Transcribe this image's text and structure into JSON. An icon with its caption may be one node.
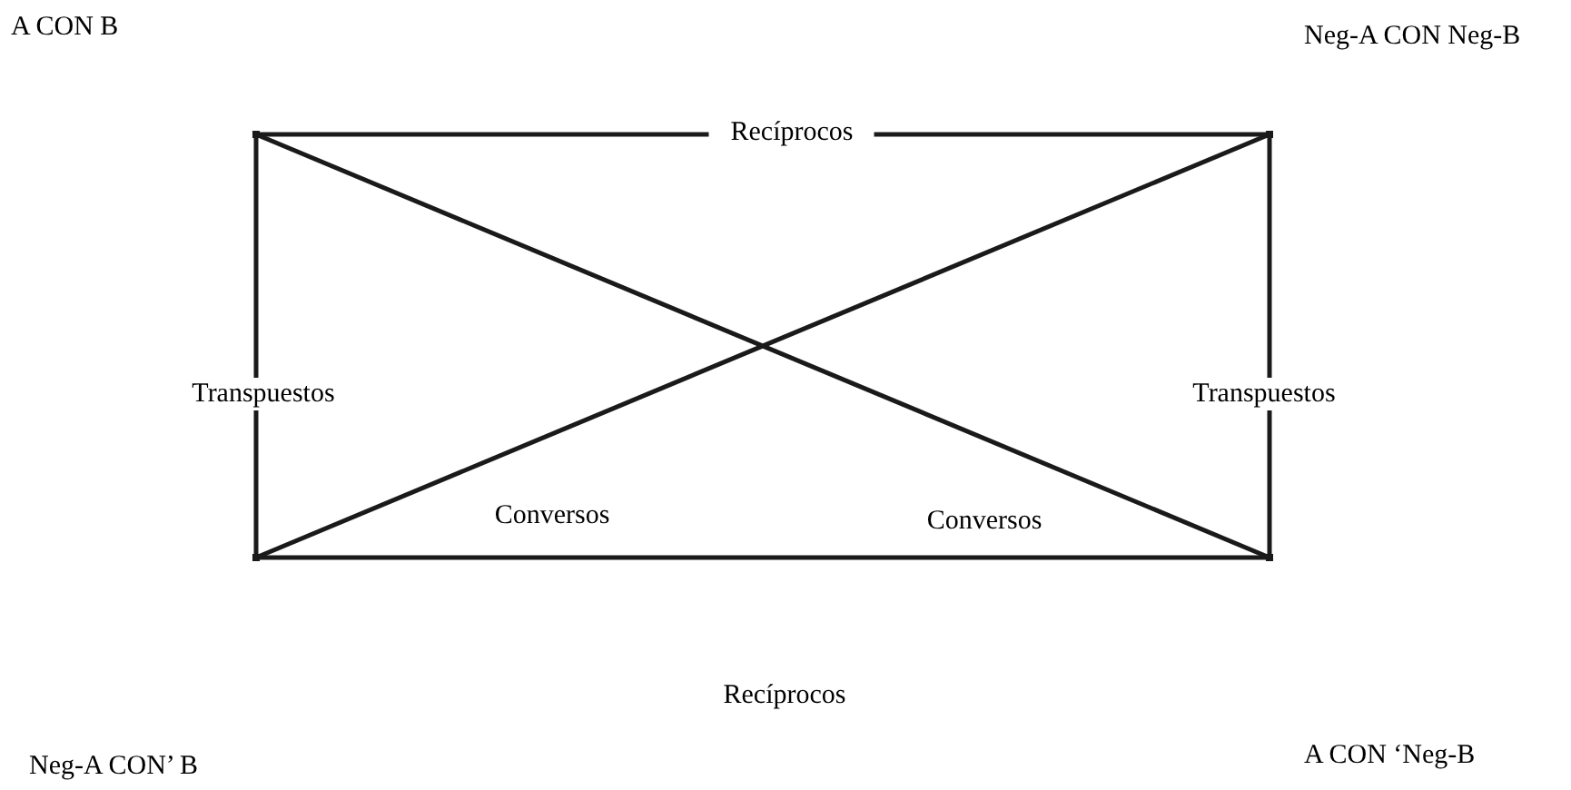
{
  "diagram": {
    "nodes": [
      {
        "text": [],
        "shape": "point"
      },
      {
        "text": [],
        "shape": "point"
      },
      {
        "text": [],
        "shape": "point"
      },
      {
        "text": [],
        "shape": "point"
      }
    ],
    "edges": [
      {
        "from": 0,
        "to": 1,
        "arrow": "none",
        "label": "Recíprocos"
      },
      {
        "from": 0,
        "to": 2,
        "arrow": "none",
        "label": "Transpuestos"
      },
      {
        "from": 1,
        "to": 3,
        "arrow": "none",
        "label": "Transpuestos"
      },
      {
        "from": 0,
        "to": 3,
        "arrow": "none",
        "label": "Conversos"
      },
      {
        "from": 1,
        "to": 2,
        "arrow": "none",
        "label": "Conversos"
      },
      {
        "from": 2,
        "to": 3,
        "arrow": "none",
        "label": "Recíprocos"
      }
    ],
    "labels": [
      "A CON B",
      "Neg-A CON Neg-B",
      "Neg-A CON’ B",
      "A CON ‘Neg-B"
    ]
  }
}
